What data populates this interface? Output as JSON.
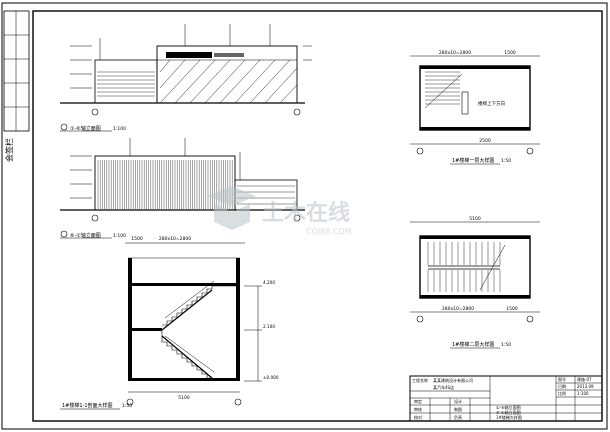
{
  "frame": {
    "left_strip_label": "会签栏"
  },
  "drawings": {
    "elevation_1": {
      "caption": "①-⑥轴立面图",
      "scale": "1:100"
    },
    "elevation_2": {
      "caption": "⑥-①轴立面图",
      "scale": "1:100"
    },
    "stair_section": {
      "caption": "1#楼梯1-1剖面大样图",
      "scale": "1:50"
    },
    "stair_plan_1": {
      "caption": "1#楼梯一层大样图",
      "scale": "1:50"
    },
    "stair_plan_2": {
      "caption": "1#楼梯二层大样图",
      "scale": "1:50"
    }
  },
  "dimensions": {
    "plan1_top_total": "1500",
    "plan1_top_seg": "280x10=2800",
    "plan1_bottom": "2500",
    "plan2_top_total": "5100",
    "plan2_bottom_seg": "280x10=2800",
    "plan2_bottom_end": "1500",
    "section_top_seg": "280x10=2800",
    "section_top_end": "1500",
    "section_bottom": "5100",
    "section_height": "4.200",
    "section_mid": "2.100",
    "section_base": "±0.000",
    "plan_room_label": "楼梯上下方向"
  },
  "watermark": {
    "brand": "土木在线",
    "site": "COI88.COM"
  },
  "title_block": {
    "company": "某某建筑设计有限公司",
    "project_label": "工程名称",
    "project_name": "某汽车4S店",
    "sheet_title_1": "①-⑥轴立面图",
    "sheet_title_2": "⑥-①轴立面图",
    "sheet_title_3": "1#楼梯大样图",
    "sheet_no_label": "图号",
    "sheet_no": "建施-07",
    "date_label": "日期",
    "date": "2013.09",
    "scale_label": "比例",
    "scale": "1:100",
    "roles": [
      "审定",
      "审核",
      "校对"
    ],
    "roles2": [
      "设计",
      "制图",
      "负责"
    ]
  }
}
